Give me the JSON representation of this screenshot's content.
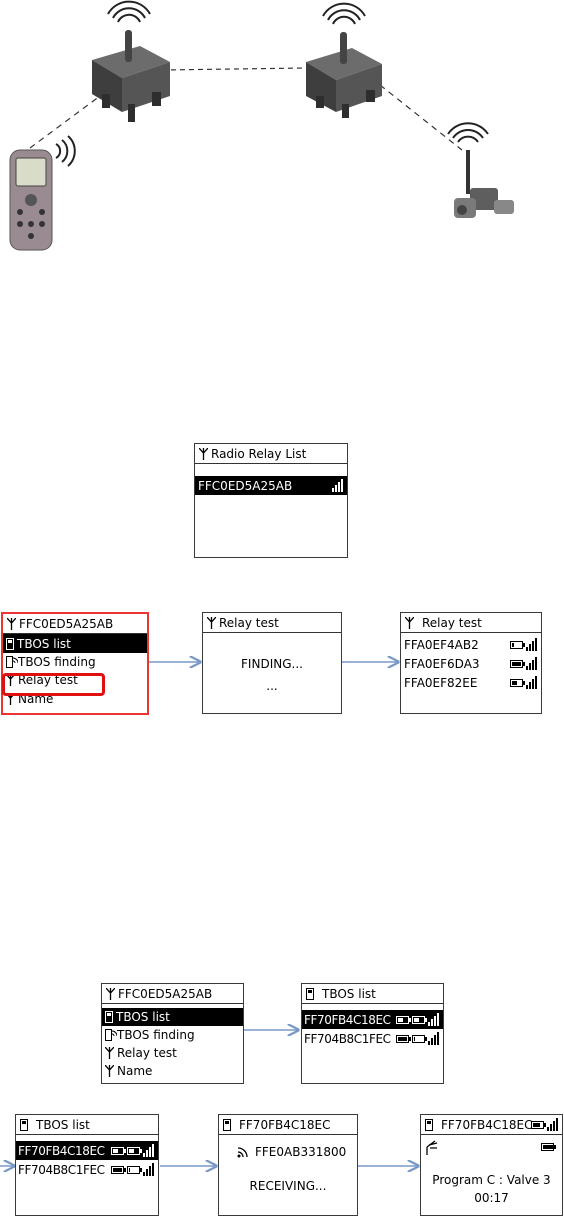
{
  "screens": {
    "radio_relay_list": {
      "title": "Radio Relay List",
      "items": [
        {
          "label": "FFC0ED5A25AB",
          "selected": true
        }
      ]
    },
    "relay_menu_1": {
      "title": "FFC0ED5A25AB",
      "items": [
        {
          "label": "TBOS list",
          "icon": "tbos-icon",
          "selected": true
        },
        {
          "label": "TBOS finding",
          "icon": "tbos-finding-icon",
          "selected": false
        },
        {
          "label": "Relay test",
          "icon": "antenna-icon",
          "selected": false
        },
        {
          "label": "Name",
          "icon": "antenna-icon",
          "selected": false
        }
      ]
    },
    "relay_test_finding": {
      "title": "Relay test",
      "message": "FINDING...",
      "ellipsis": "..."
    },
    "relay_test_result": {
      "title": "Relay test",
      "items": [
        {
          "label": "FFA0EF4AB2",
          "battery": 0.2
        },
        {
          "label": "FFA0EF6DA3",
          "battery": 1.0
        },
        {
          "label": "FFA0EF82EE",
          "battery": 0.55
        }
      ]
    },
    "relay_menu_2": {
      "title": "FFC0ED5A25AB",
      "items": [
        {
          "label": "TBOS list",
          "selected": true
        },
        {
          "label": "TBOS finding",
          "selected": false
        },
        {
          "label": "Relay test",
          "selected": false
        },
        {
          "label": "Name",
          "selected": false
        }
      ]
    },
    "tbos_list_1": {
      "title": "TBOS list",
      "items": [
        {
          "label": "FF70FB4C18EC",
          "selected": true,
          "battery1": 0.5,
          "battery2": 0.55
        },
        {
          "label": "FF704B8C1FEC",
          "selected": false,
          "battery1": 1.0,
          "battery2": 0.15
        }
      ]
    },
    "tbos_list_2": {
      "title": "TBOS list",
      "items": [
        {
          "label": "FF70FB4C18EC",
          "selected": true,
          "battery1": 0.5,
          "battery2": 0.55
        },
        {
          "label": "FF704B8C1FEC",
          "selected": false,
          "battery1": 1.0,
          "battery2": 0.15
        }
      ]
    },
    "receiving": {
      "title": "FF70FB4C18EC",
      "relay": "FFE0AB331800",
      "message": "RECEIVING..."
    },
    "program": {
      "title": "FF70FB4C18EC",
      "program": "Program C : Valve 3",
      "time": "00:17"
    }
  },
  "colors": {
    "highlight": "#e01010",
    "arrow": "#7898c8",
    "link": "#222222"
  }
}
